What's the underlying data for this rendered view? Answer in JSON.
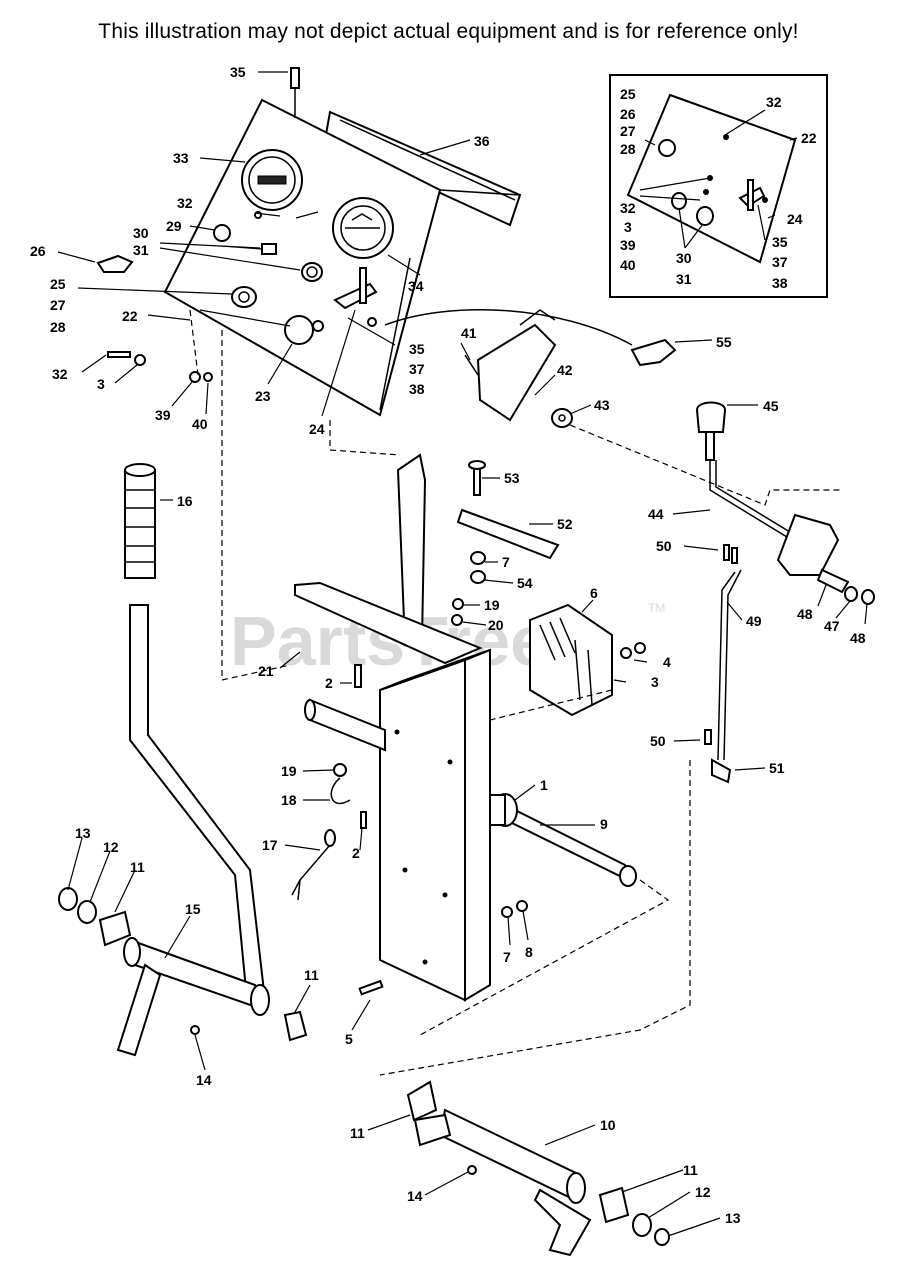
{
  "disclaimer": "This illustration may not depict actual equipment and is for reference only!",
  "watermark": {
    "text": "PartsTree",
    "trademark": "TM"
  },
  "inset_labels": {
    "l25": "25",
    "l26": "26",
    "l27": "27",
    "l28": "28",
    "l32a": "32",
    "l22": "22",
    "l32b": "32",
    "l3": "3",
    "l39": "39",
    "l40": "40",
    "l30": "30",
    "l31": "31",
    "l24": "24",
    "l35": "35",
    "l37": "37",
    "l38": "38"
  },
  "labels": {
    "p35": "35",
    "p36": "36",
    "p33": "33",
    "p32": "32",
    "p29": "29",
    "p30": "30",
    "p31": "31",
    "p26": "26",
    "p25": "25",
    "p27": "27",
    "p28": "28",
    "p34": "34",
    "p22": "22",
    "p35b": "35",
    "p37": "37",
    "p38": "38",
    "p32b": "32",
    "p3a": "3",
    "p39": "39",
    "p40": "40",
    "p23": "23",
    "p24": "24",
    "p41": "41",
    "p42": "42",
    "p43": "43",
    "p55": "55",
    "p45": "45",
    "p53": "53",
    "p52": "52",
    "p16": "16",
    "p7a": "7",
    "p54": "54",
    "p44": "44",
    "p50a": "50",
    "p19a": "19",
    "p20": "20",
    "p6": "6",
    "p4": "4",
    "p3b": "3",
    "p48a": "48",
    "p47": "47",
    "p48b": "48",
    "p49": "49",
    "p21": "21",
    "p2a": "2",
    "p50b": "50",
    "p51": "51",
    "p1": "1",
    "p19b": "19",
    "p18": "18",
    "p9": "9",
    "p2b": "2",
    "p17": "17",
    "p13a": "13",
    "p12a": "12",
    "p11a": "11",
    "p15": "15",
    "p7b": "7",
    "p8": "8",
    "p11b": "11",
    "p5": "5",
    "p14a": "14",
    "p11c": "11",
    "p10": "10",
    "p11d": "11",
    "p12b": "12",
    "p14b": "14",
    "p13b": "13"
  }
}
